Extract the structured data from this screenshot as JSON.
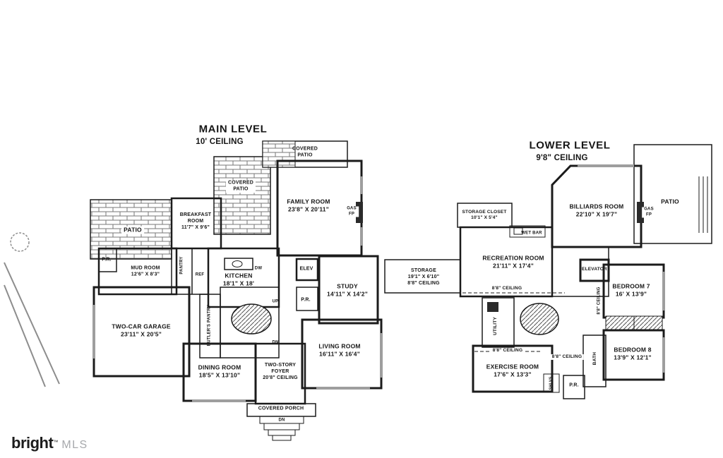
{
  "main_level": {
    "title": "MAIN LEVEL",
    "ceiling": "10' CEILING",
    "labels": {
      "covered_patio_top": "COVERED\nPATIO",
      "covered_patio_left": "COVERED\nPATIO",
      "family_room": "FAMILY ROOM\n23'8\" X 20'11\"",
      "breakfast_room": "BREAKFAST\nROOM\n11'7\" X 9'6\"",
      "patio": "PATIO",
      "pr_1": "P.R.",
      "mud_room": "MUD ROOM\n12'6\" X 8'3\"",
      "pantry": "PANTRY",
      "ref": "REF",
      "kitchen": "KITCHEN\n18'1\" X 18'",
      "dw": "DW",
      "elev": "ELEV",
      "study": "STUDY\n14'11\" X 14'2\"",
      "pr_2": "P.R.",
      "garage": "TWO-CAR GARAGE\n23'11\" X 20'5\"",
      "butlers_pantry": "BUTLER'S PANTRY",
      "up": "UP",
      "dn": "DN",
      "living_room": "LIVING ROOM\n16'11\" X 16'4\"",
      "dining_room": "DINING ROOM\n18'5\" X 13'10\"",
      "foyer": "TWO-STORY\nFOYER\n20'8\" CEILING",
      "covered_porch": "COVERED PORCH",
      "porch_dn": "DN",
      "gas_fp": "GAS\nFP"
    }
  },
  "lower_level": {
    "title": "LOWER LEVEL",
    "ceiling": "9'8\" CEILING",
    "labels": {
      "storage_closet": "STORAGE CLOSET\n10'1\" X 5'4\"",
      "billiards_room": "BILLIARDS ROOM\n22'10\" X 19'7\"",
      "patio": "PATIO",
      "gas_fp": "GAS\nFP",
      "wet_bar": "WET BAR",
      "recreation_room": "RECREATION ROOM\n21'11\" X 17'4\"",
      "storage": "STORAGE\n19'1\" X 6'10\"\n8'8\" CEILING",
      "ceiling_note_1": "8'8\" CEILING",
      "elevator": "ELEVATOR",
      "ceiling_note_v": "8'8\" CEILING",
      "bedroom_7": "BEDROOM 7\n16' X 13'9\"",
      "utility": "UTILITY",
      "ceiling_note_2": "8'8\" CEILING",
      "ceiling_note_3": "8'8\" CEILING",
      "exercise_room": "EXERCISE ROOM\n17'6\" X 13'3\"",
      "bedroom_8": "BEDROOM 8\n13'9\" X 12'1\"",
      "bath": "BATH",
      "shlvs": "SHLVS",
      "pr": "P.R."
    }
  },
  "logo": {
    "brand": "bright",
    "tm": "™",
    "suffix": "MLS"
  },
  "colors": {
    "walls": "#1b1b1b",
    "windows": "#9e9e9e",
    "site_lines": "#8d8d8d"
  }
}
